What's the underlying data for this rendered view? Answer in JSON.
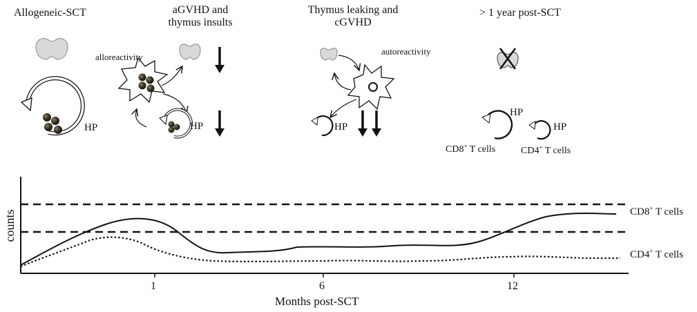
{
  "stages": {
    "stage1": {
      "title": "Allogeneic-SCT",
      "hp": "HP"
    },
    "stage2": {
      "title_line1": "aGVHD and",
      "title_line2": "thymus insults",
      "alloreactivity": "alloreactivity",
      "hp": "HP"
    },
    "stage3": {
      "title_line1": "Thymus leaking and",
      "title_line2": "cGVHD",
      "autoreactivity": "autoreactivity",
      "hp": "HP"
    },
    "stage4": {
      "title": "> 1 year post-SCT",
      "hp_cd8": "HP",
      "hp_cd4": "HP",
      "cd8_prefix": "CD8",
      "cd4_prefix": "CD4",
      "sup": "+",
      "cells_suffix": " T cells"
    }
  },
  "chart_data": {
    "type": "line",
    "xlabel": "Months post-SCT",
    "ylabel": "counts",
    "x_ticks": [
      "1",
      "6",
      "12"
    ],
    "series": [
      {
        "name": "CD8+ T cells",
        "style": "solid",
        "relative_values": [
          0.05,
          0.45,
          0.85,
          0.9,
          0.55,
          0.15,
          0.2,
          0.25,
          0.3,
          0.35,
          0.75,
          0.93
        ]
      },
      {
        "name": "CD4+ T cells",
        "style": "dotted",
        "relative_values": [
          0.05,
          0.35,
          0.55,
          0.45,
          0.12,
          0.08,
          0.1,
          0.09,
          0.1,
          0.08,
          0.15,
          0.1
        ]
      }
    ],
    "reference_lines": [
      "upper normal range",
      "lower normal range"
    ],
    "legend": {
      "cd8_prefix": "CD8",
      "cd4_prefix": "CD4",
      "sup": "+",
      "suffix": " T cells"
    }
  },
  "colors": {
    "ink": "#111111",
    "thymus_fill": "#d9d9d9",
    "cell_fill": "#3a3526"
  }
}
